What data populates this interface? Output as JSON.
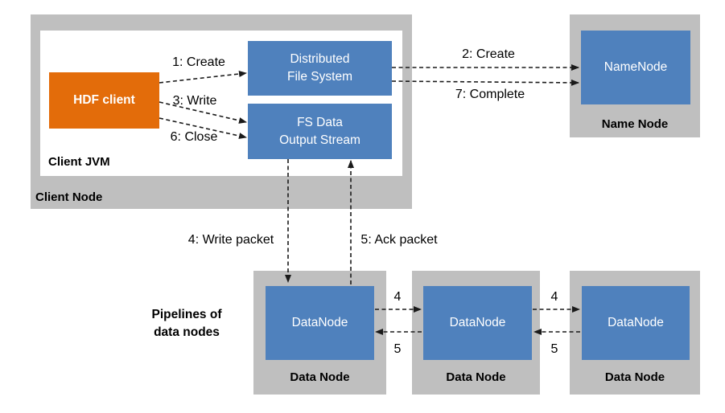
{
  "colors": {
    "box-blue": "#4f81bd",
    "box-orange": "#e36c0a",
    "group-gray": "#bfbfbf",
    "text-black": "#000000",
    "box-text-white": "#ffffff"
  },
  "client_node": {
    "label": "Client Node",
    "jvm_label": "Client JVM",
    "hdf_client_label": "HDF client",
    "dfs_label": "Distributed\nFile System",
    "fs_output_label": "FS Data\nOutput Stream"
  },
  "name_node": {
    "box_label": "NameNode",
    "group_label": "Name Node"
  },
  "pipelines_caption": "Pipelines of\ndata nodes",
  "data_nodes": [
    {
      "box_label": "DataNode",
      "group_label": "Data Node"
    },
    {
      "box_label": "DataNode",
      "group_label": "Data Node"
    },
    {
      "box_label": "DataNode",
      "group_label": "Data Node"
    }
  ],
  "flow_labels": {
    "step1": "1: Create",
    "step2": "2: Create",
    "step3": "3: Write",
    "step4": "4: Write packet",
    "step5": "5: Ack packet",
    "step6": "6: Close",
    "step7": "7: Complete",
    "pipeline_forward": "4",
    "pipeline_ack": "5"
  }
}
